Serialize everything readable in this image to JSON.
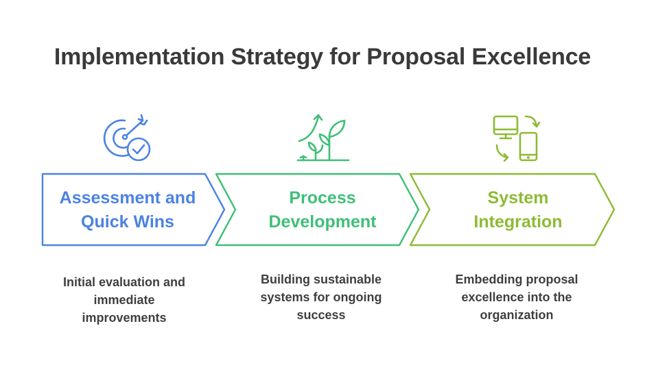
{
  "title": "Implementation Strategy for Proposal Excellence",
  "colors": {
    "blue": "#4b82e3",
    "green": "#3fbf77",
    "lime": "#8dbb34",
    "text": "#3f3f3f"
  },
  "steps": [
    {
      "label": "Assessment and Quick Wins",
      "description": "Initial evaluation and immediate improvements",
      "icon": "target-check-icon",
      "color": "#4b82e3"
    },
    {
      "label": "Process Development",
      "description": "Building sustainable systems for ongoing success",
      "icon": "growth-plant-icon",
      "color": "#3fbf77"
    },
    {
      "label": "System Integration",
      "description": "Embedding proposal excellence into the organization",
      "icon": "device-sync-icon",
      "color": "#8dbb34"
    }
  ]
}
